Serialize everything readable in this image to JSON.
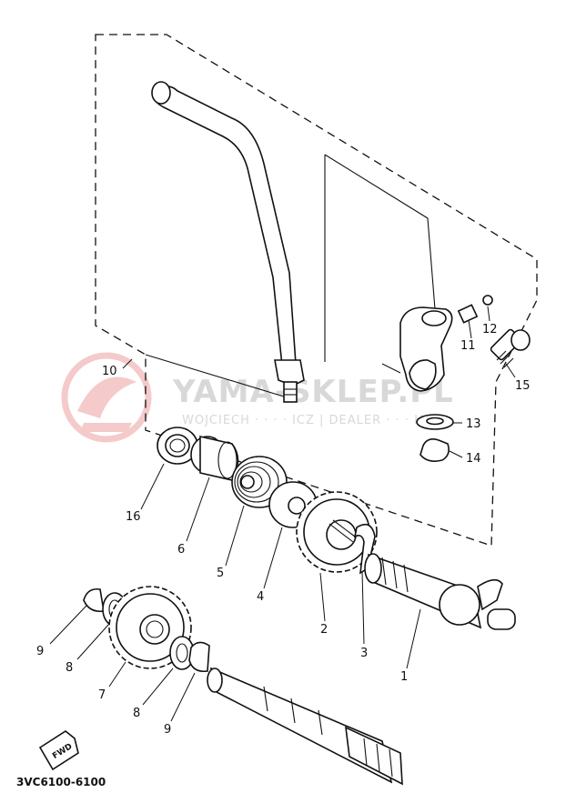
{
  "diagram_code": "3VC6100-6100",
  "fwd_label": "FWD",
  "watermark": {
    "title": "YAMA-SKLEP.PL",
    "subtitle": "WOJCIECH  ·  ·  ·  ·  ICZ | DEALER  ·  ·  ·  HA"
  },
  "callouts": {
    "c1": "1",
    "c2": "2",
    "c3": "3",
    "c4": "4",
    "c5": "5",
    "c6": "6",
    "c7": "7",
    "c8a": "8",
    "c8b": "8",
    "c9a": "9",
    "c9b": "9",
    "c10": "10",
    "c11": "11",
    "c12": "12",
    "c13": "13",
    "c14": "14",
    "c15": "15",
    "c16": "16"
  }
}
